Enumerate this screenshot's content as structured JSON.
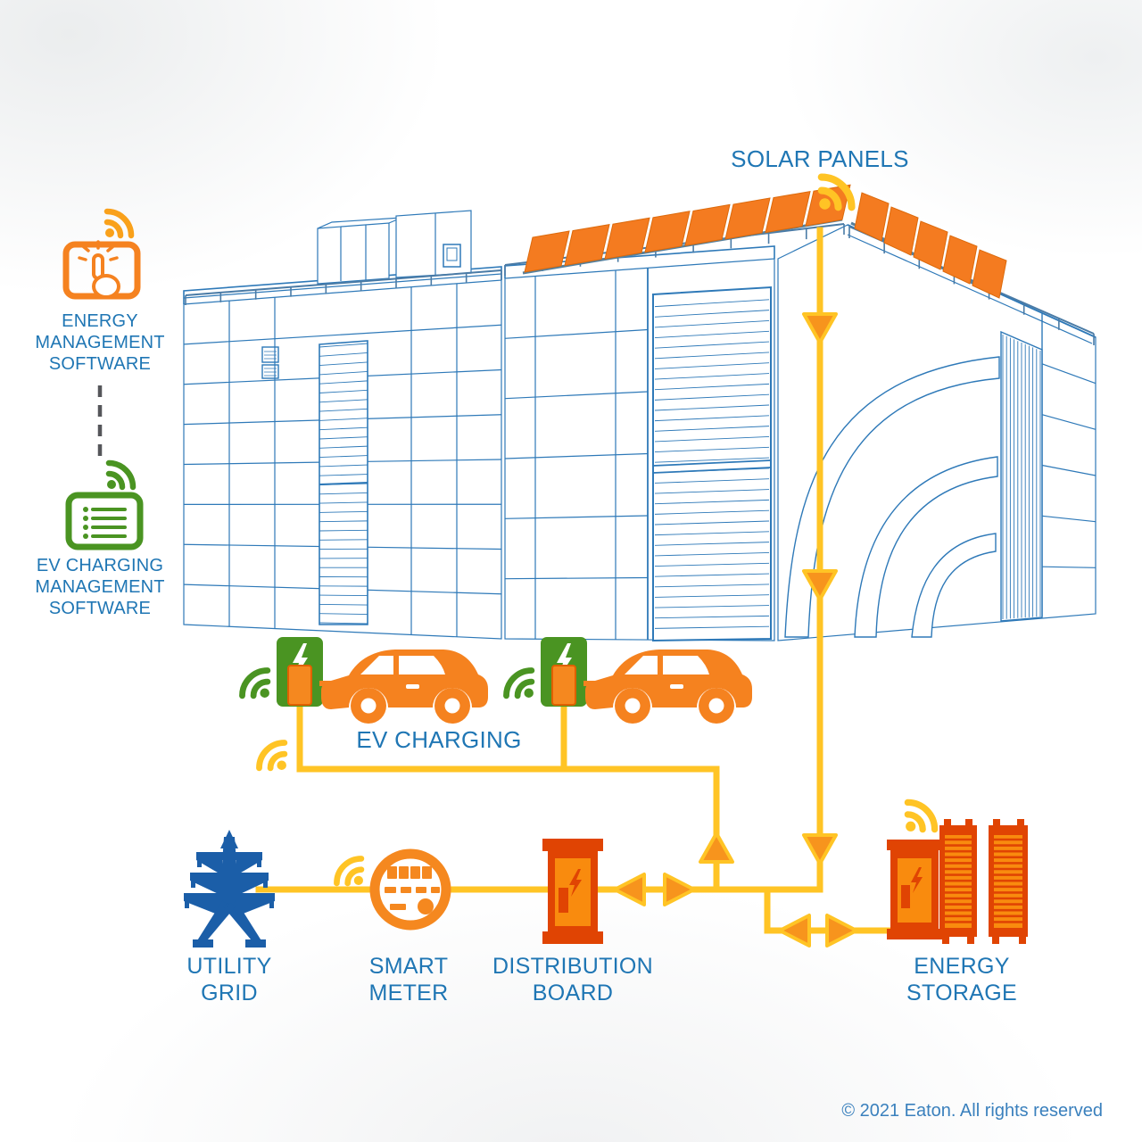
{
  "copyright": "© 2021 Eaton. All rights reserved",
  "colors": {
    "label_blue": "#1f76b4",
    "wireframe_blue": "#2e79b8",
    "line_yellow": "#ffc425",
    "arrow_orange": "#f7941d",
    "icon_orange": "#f5821f",
    "solar_orange": "#f47b20",
    "cabinet_deep_orange": "#e04403",
    "cabinet_door_orange": "#f98b0e",
    "charger_green": "#4a9422",
    "connector_gray": "#55565a"
  },
  "nodes": {
    "energy_management_software": {
      "icon": "tablet-tap-icon",
      "label_lines": [
        "ENERGY",
        "MANAGEMENT",
        "SOFTWARE"
      ]
    },
    "ev_charging_management_software": {
      "icon": "management-console-icon",
      "label_lines": [
        "EV CHARGING",
        "MANAGEMENT",
        "SOFTWARE"
      ]
    },
    "solar_panels": {
      "label": "SOLAR PANELS"
    },
    "ev_charging": {
      "label": "EV CHARGING"
    },
    "utility_grid": {
      "label_lines": [
        "UTILITY",
        "GRID"
      ]
    },
    "smart_meter": {
      "label_lines": [
        "SMART",
        "METER"
      ]
    },
    "distribution_board": {
      "label_lines": [
        "DISTRIBUTION",
        "BOARD"
      ]
    },
    "energy_storage": {
      "label_lines": [
        "ENERGY",
        "STORAGE"
      ]
    }
  }
}
